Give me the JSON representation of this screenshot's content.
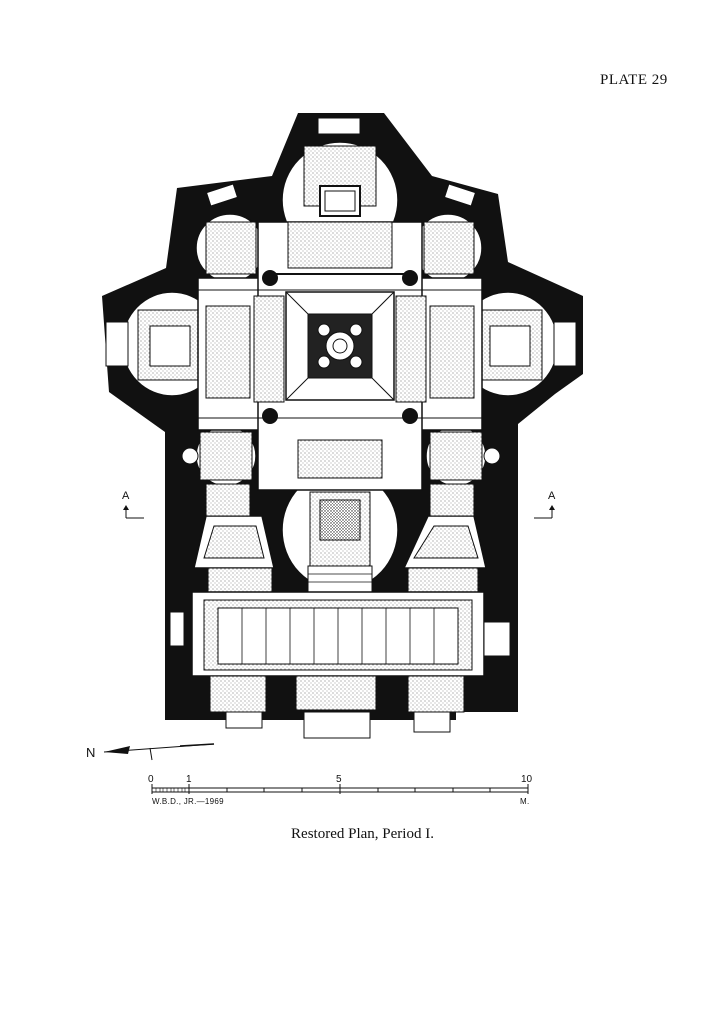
{
  "plate": {
    "label": "PLATE 29"
  },
  "caption": "Restored Plan, Period I.",
  "section_markers": {
    "left": "A",
    "right": "A"
  },
  "north_arrow": {
    "letter": "N"
  },
  "scale": {
    "ticks": [
      "0",
      "1",
      "5",
      "10"
    ],
    "author": "W.B.D., JR.—1969",
    "unit": "M."
  }
}
